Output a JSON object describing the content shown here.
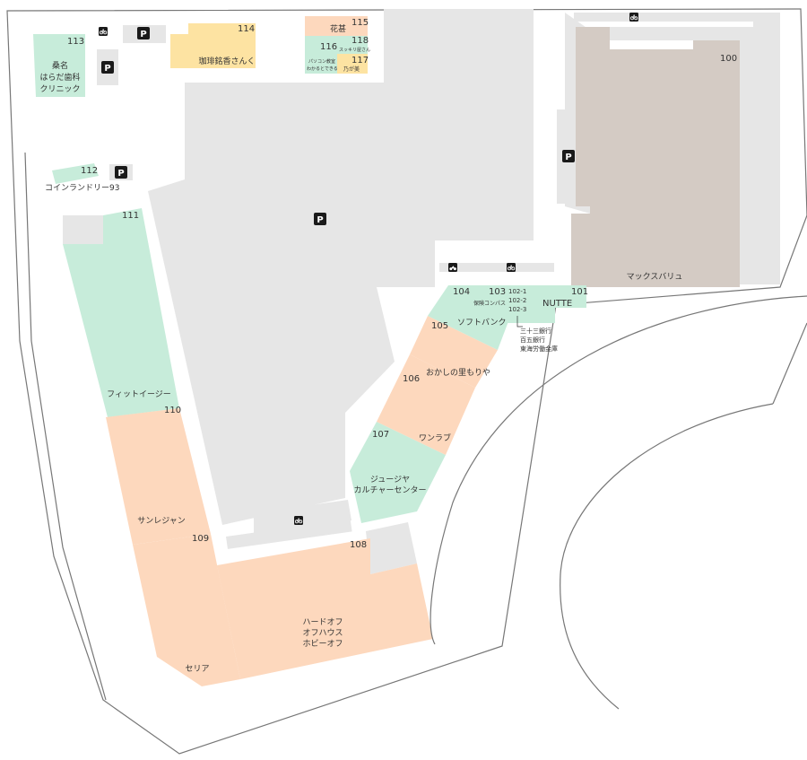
{
  "colors": {
    "green": "#c7ecda",
    "orange": "#fdd8bd",
    "yellow": "#fde3a2",
    "gray": "#e6e6e6",
    "building": "#d4cbc4",
    "outline": "#777777",
    "text": "#333333"
  },
  "shops": {
    "s100": {
      "num": "100",
      "name": "マックスバリュ"
    },
    "s101": {
      "num": "101",
      "name": "NUTTE"
    },
    "s102": {
      "num1": "102-1",
      "num2": "102-2",
      "num3": "102-3"
    },
    "s103": {
      "num": "103",
      "name": "保険コンパス"
    },
    "s104": {
      "num": "104"
    },
    "s105": {
      "num": "105",
      "name": "ソフトバンク"
    },
    "s106": {
      "num": "106",
      "name": "おかしの里もりや"
    },
    "s107": {
      "num": "107",
      "name": "ワンラブ"
    },
    "s107b": {
      "name1": "ジュージヤ",
      "name2": "カルチャーセンター"
    },
    "s108": {
      "num": "108",
      "name1": "ハードオフ",
      "name2": "オフハウス",
      "name3": "ホビーオフ"
    },
    "s109": {
      "num": "109",
      "name": "セリア"
    },
    "s110": {
      "num": "110",
      "name": "サンレジャン"
    },
    "s111": {
      "num": "111",
      "name": "フィットイージー"
    },
    "s112": {
      "num": "112",
      "name": "コインランドリー93"
    },
    "s113": {
      "num": "113",
      "name1": "桑名",
      "name2": "はらだ歯科",
      "name3": "クリニック"
    },
    "s114": {
      "num": "114",
      "name": "珈琲銘香さんく"
    },
    "s115": {
      "num": "115",
      "name": "花甚"
    },
    "s116": {
      "num": "116",
      "name1": "パソコン教室",
      "name2": "わかるとできる"
    },
    "s118": {
      "num": "118",
      "name": "スッキリ屋さん"
    },
    "s117": {
      "num": "117",
      "name": "乃が美"
    }
  },
  "banks": {
    "line1": "三十三銀行",
    "line2": "百五銀行",
    "line3": "東海労働金庫"
  },
  "parking_label": "P",
  "icons": [
    "bicycle-parking-icon",
    "motorcycle-parking-icon",
    "parking-sign-icon"
  ]
}
